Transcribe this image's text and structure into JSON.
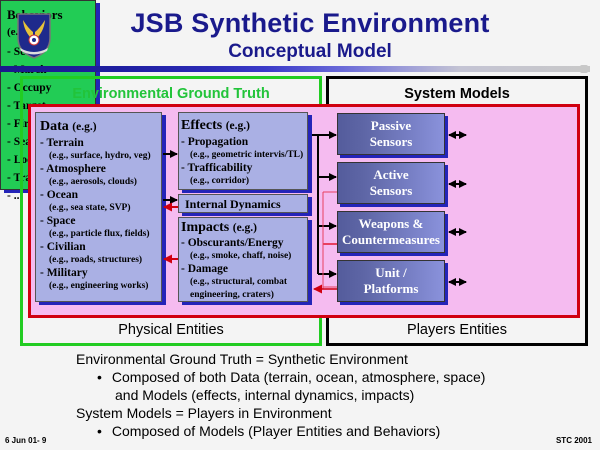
{
  "header": {
    "title": "JSB Synthetic Environment",
    "subtitle": "Conceptual Model",
    "logo_icon": "air-force-shield-icon"
  },
  "frames": {
    "environmental_ground_truth": "Environmental Ground Truth",
    "system_models": "System Models",
    "physical_entities": "Physical Entities",
    "players_entities": "Players Entities"
  },
  "data_box": {
    "title": "Data",
    "eg": "(e.g.)",
    "items": [
      {
        "label": "- Terrain",
        "sub": "(e.g., surface, hydro, veg)"
      },
      {
        "label": "- Atmosphere",
        "sub": "(e.g., aerosols, clouds)"
      },
      {
        "label": "- Ocean",
        "sub": "(e.g., sea state, SVP)"
      },
      {
        "label": "- Space",
        "sub": "(e.g., particle flux, fields)"
      },
      {
        "label": "- Civilian",
        "sub": "(e.g., roads, structures)"
      },
      {
        "label": "- Military",
        "sub": "(e.g., engineering works)"
      }
    ]
  },
  "effects_box": {
    "title": "Effects",
    "eg": "(e.g.)",
    "items": [
      {
        "label": "- Propagation",
        "sub": "(e.g., geometric intervis/TL)"
      },
      {
        "label": "- Trafficability",
        "sub": "(e.g., corridor)"
      }
    ]
  },
  "internal_dynamics": "Internal Dynamics",
  "impacts_box": {
    "title": "Impacts",
    "eg": "(e.g.)",
    "items": [
      {
        "label": "- Obscurants/Energy",
        "sub": "(e.g., smoke, chaff, noise)"
      },
      {
        "label": "- Damage",
        "sub": "(e.g., structural, combat",
        "sub2": "engineering, craters)"
      }
    ]
  },
  "system_boxes": [
    {
      "line1": "Passive",
      "line2": "Sensors"
    },
    {
      "line1": "Active",
      "line2": "Sensors"
    },
    {
      "line1": "Weapons &",
      "line2": "Countermeasures"
    },
    {
      "line1": "Unit /",
      "line2": "Platforms"
    }
  ],
  "behaviors_box": {
    "title": "Behaviors",
    "eg": "(e.g.)",
    "items": [
      "- Scout",
      "- March",
      "- Occupy",
      "- Target",
      "- Fire",
      "- Search",
      "- Localize",
      "- Track",
      "- ..."
    ]
  },
  "bottom_text": {
    "line1": "Environmental Ground Truth = Synthetic Environment",
    "bullet1a": "Composed of both Data (terrain, ocean, atmosphere, space)",
    "bullet1b": "and Models (effects, internal dynamics, impacts)",
    "line2": "System Models = Players in Environment",
    "bullet2": "Composed of Models (Player Entities and Behaviors)",
    "bullet_char": "•"
  },
  "footer": {
    "left": "6 Jun 01- 9",
    "right": "STC 2001"
  },
  "colors": {
    "title": "#1a1a8c",
    "green_frame": "#22cc22",
    "red_frame": "#d00010",
    "pink_fill": "#f5bbf0",
    "data_box_fill": "#aab0e4",
    "behaviors_fill": "#22cc55",
    "shadow_blue": "#2424b8"
  }
}
